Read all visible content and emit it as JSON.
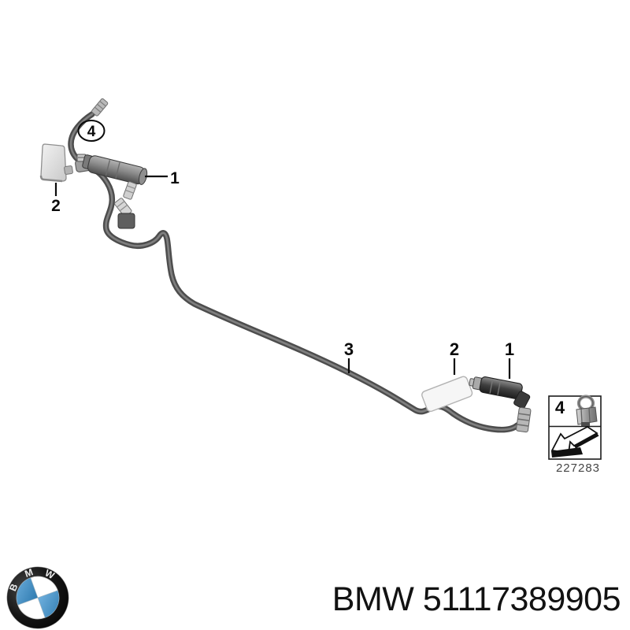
{
  "product": {
    "caption": "BMW 51117389905"
  },
  "diagram": {
    "callout_top_nozzle": "1",
    "callout_top_cover": "2",
    "callout_clip_circle": "4",
    "callout_hose": "3",
    "callout_bottom_cover": "2",
    "callout_bottom_nozzle": "1",
    "legend_number": "4",
    "legend_ref": "227283"
  },
  "logo": {
    "letters": [
      "B",
      "M",
      "W"
    ]
  },
  "colors": {
    "hose": "#4d4d4d",
    "accent_blue": "#4d96c9",
    "text": "#121212"
  }
}
